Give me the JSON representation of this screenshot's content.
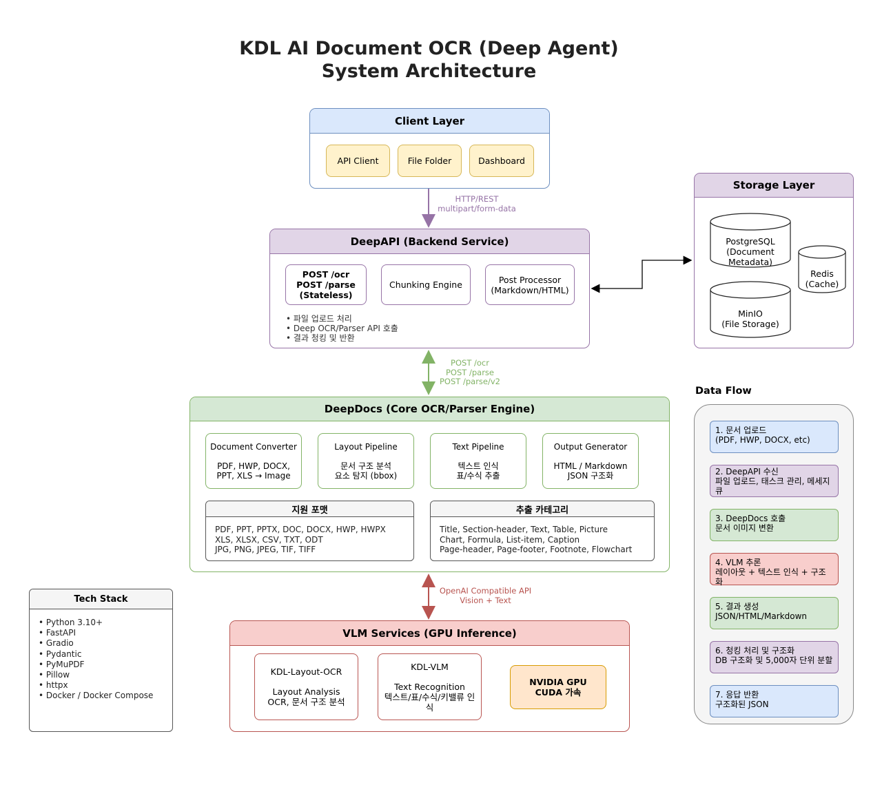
{
  "title_line1": "KDL AI Document OCR (Deep Agent)",
  "title_line2": "System Architecture",
  "client": {
    "header": "Client Layer",
    "items": [
      "API Client",
      "File Folder",
      "Dashboard"
    ]
  },
  "edge_client_api": {
    "line1": "HTTP/REST",
    "line2": "multipart/form-data",
    "color": "#9673a6"
  },
  "deepapi": {
    "header": "DeepAPI (Backend Service)",
    "endpoint": [
      "POST /ocr",
      "POST /parse",
      "(Stateless)"
    ],
    "chunking": "Chunking Engine",
    "post": [
      "Post Processor",
      "(Markdown/HTML)"
    ],
    "notes": [
      "• 파일 업로드 처리",
      "• Deep OCR/Parser API 호출",
      "• 결과 청킹 및 반환"
    ]
  },
  "storage": {
    "header": "Storage Layer",
    "postgres": [
      "PostgreSQL",
      "(Document",
      "Metadata)"
    ],
    "minio": [
      "MinIO",
      "(File Storage)"
    ],
    "redis": [
      "Redis",
      "(Cache)"
    ]
  },
  "edge_api_docs": {
    "lines": [
      "POST /ocr",
      "POST /parse",
      "POST /parse/v2"
    ],
    "color": "#82b366"
  },
  "deepdocs": {
    "header": "DeepDocs (Core OCR/Parser Engine)",
    "pipeline": [
      {
        "title": "Document Converter",
        "l1": "PDF, HWP, DOCX,",
        "l2": "PPT, XLS → Image"
      },
      {
        "title": "Layout Pipeline",
        "l1": "문서 구조 분석",
        "l2": "요소 탐지 (bbox)"
      },
      {
        "title": "Text Pipeline",
        "l1": "텍스트 인식",
        "l2": "표/수식 추출"
      },
      {
        "title": "Output Generator",
        "l1": "HTML / Markdown",
        "l2": "JSON 구조화"
      }
    ],
    "formats": {
      "title": "지원 포맷",
      "lines": [
        "PDF, PPT, PPTX, DOC, DOCX, HWP, HWPX",
        "XLS, XLSX, CSV, TXT, ODT",
        "JPG, PNG, JPEG, TIF, TIFF"
      ]
    },
    "categories": {
      "title": "추출 카테고리",
      "lines": [
        "Title, Section-header, Text, Table, Picture",
        "Chart, Formula, List-item, Caption",
        "Page-header, Page-footer, Footnote, Flowchart"
      ]
    }
  },
  "edge_docs_vlm": {
    "line1": "OpenAI Compatible API",
    "line2": "Vision + Text",
    "color": "#b85450"
  },
  "vlm": {
    "header": "VLM Services (GPU Inference)",
    "layout": {
      "title": "KDL-Layout-OCR",
      "l1": "Layout Analysis",
      "l2": "OCR, 문서 구조 분석"
    },
    "kdlvlm": {
      "title": "KDL-VLM",
      "l1": "Text Recognition",
      "l2": "텍스트/표/수식/키밸류 인",
      "l3": "식"
    },
    "gpu": [
      "NVIDIA GPU",
      "CUDA 가속"
    ]
  },
  "tech": {
    "title": "Tech Stack",
    "items": [
      "• Python 3.10+",
      "• FastAPI",
      "• Gradio",
      "• Pydantic",
      "• PyMuPDF",
      "• Pillow",
      "• httpx",
      "• Docker / Docker Compose"
    ]
  },
  "dataflow": {
    "title": "Data Flow",
    "steps": [
      {
        "l1": "1. 문서 업로드",
        "l2": "(PDF, HWP, DOCX, etc)"
      },
      {
        "l1": "2. DeepAPI 수신",
        "l2": "파일 업로드, 태스크 관리, 메세지",
        "l3": "큐"
      },
      {
        "l1": "3. DeepDocs 호출",
        "l2": "문서 이미지 변환"
      },
      {
        "l1": "4. VLM 추론",
        "l2": "레이아웃 + 텍스트 인식 + 구조화"
      },
      {
        "l1": "5. 결과 생성",
        "l2": "JSON/HTML/Markdown"
      },
      {
        "l1": "6. 청킹 처리 및 구조화",
        "l2": "DB 구조화 및 5,000자 단위 분할"
      },
      {
        "l1": "7. 응답 반환",
        "l2": "구조화된 JSON"
      }
    ]
  }
}
